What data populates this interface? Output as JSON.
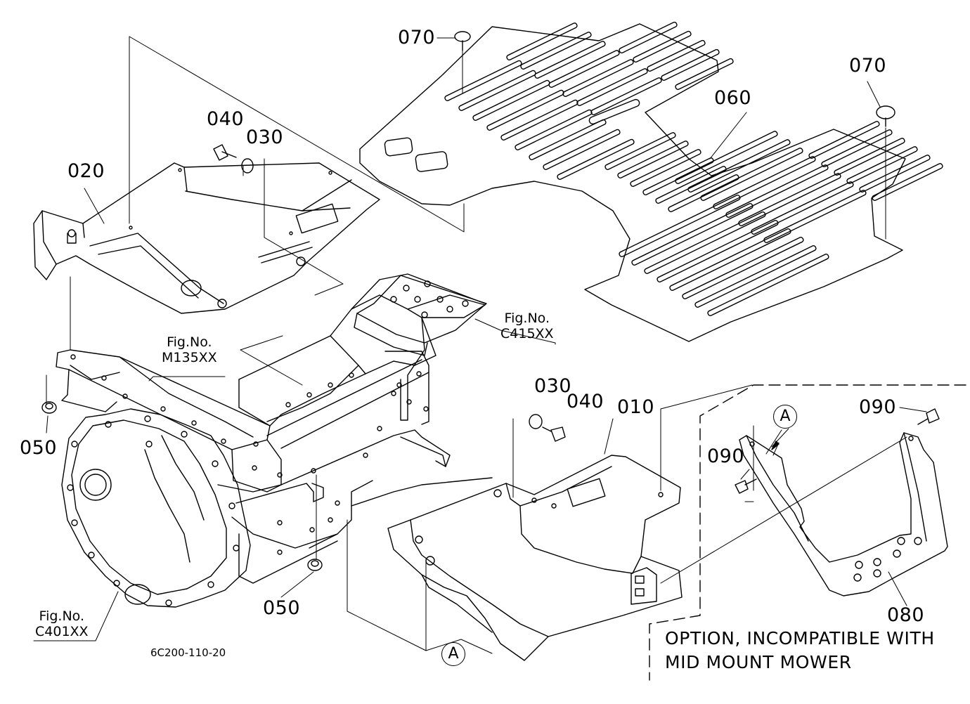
{
  "labels": {
    "p070_top": "070",
    "p070_right": "070",
    "p060": "060",
    "p040_top": "040",
    "p030_top": "030",
    "p020": "020",
    "p050_left": "050",
    "p050_bottom": "050",
    "p030_mid": "030",
    "p040_mid": "040",
    "p010": "010",
    "p090_right": "090",
    "p090_left": "090",
    "p080": "080"
  },
  "figure_refs": {
    "m135": {
      "fig": "Fig.No.",
      "code": "M135XX"
    },
    "c415": {
      "fig": "Fig.No.",
      "code": "C415XX"
    },
    "c401": {
      "fig": "Fig.No.",
      "code": "C401XX"
    }
  },
  "callouts": {
    "a_top": "A",
    "a_bottom": "A"
  },
  "option_note": {
    "line1": "OPTION, INCOMPATIBLE WITH",
    "line2": "MID MOUNT MOWER"
  },
  "drawing_code": "6C200-110-20"
}
